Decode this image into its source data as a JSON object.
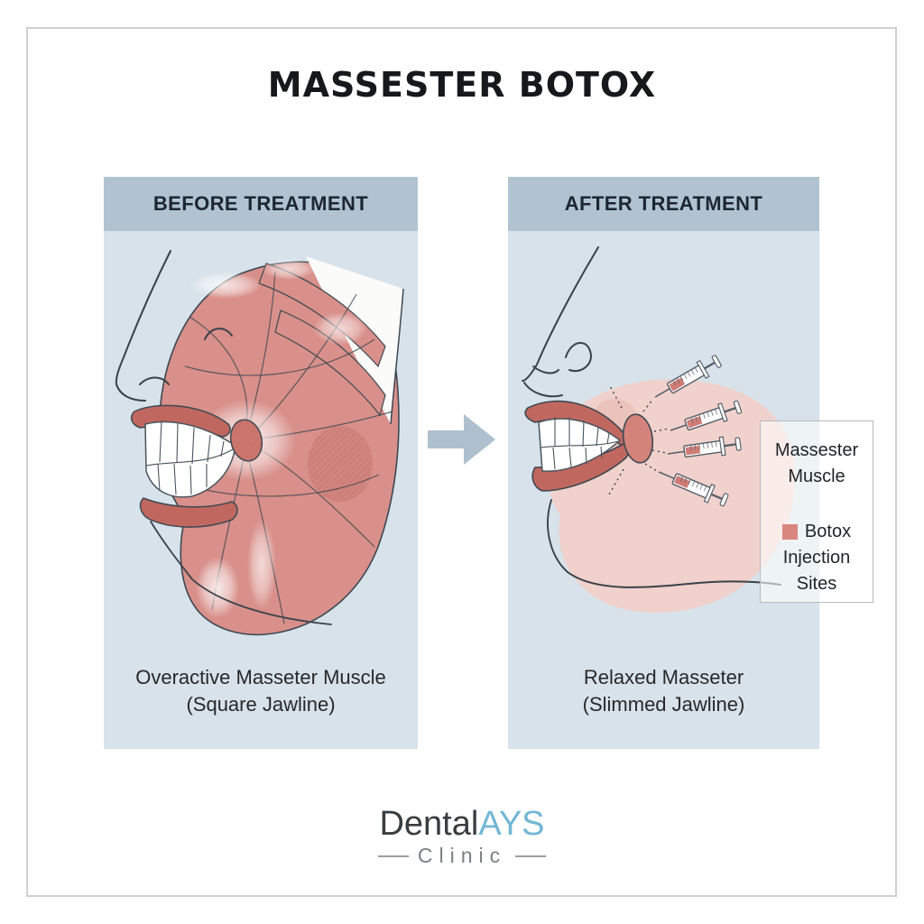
{
  "title": "MASSESTER BOTOX",
  "before_panel": {
    "header": "BEFORE TREATMENT",
    "caption_line1": "Overactive Masseter Muscle",
    "caption_line2": "(Square Jawline)"
  },
  "after_panel": {
    "header": "AFTER TREATMENT",
    "caption_line1": "Relaxed Masseter",
    "caption_line2": "(Slimmed Jawline)"
  },
  "legend": {
    "item1_line1": "Massester",
    "item1_line2": "Muscle",
    "item2_line1": "Botox",
    "item2_line2": "Injection",
    "item2_line3": "Sites",
    "swatch_color": "#d9867e"
  },
  "logo": {
    "brand_dark": "Dental",
    "brand_accent": "AYS",
    "subtitle": "Clinic"
  },
  "colors": {
    "panel_header_bg": "#b1c3d1",
    "panel_body_bg": "#d7e2ea",
    "muscle_pink": "#d9908a",
    "lip_red": "#c0685f",
    "injection_glow": "#f0cdc7",
    "injection_oval": "#d4837b",
    "arrow": "#aec0cd",
    "outline": "#3d4852",
    "accent_blue": "#73b7d5"
  }
}
